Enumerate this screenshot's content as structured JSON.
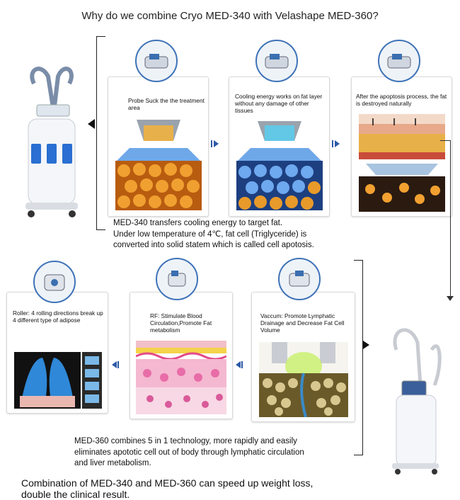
{
  "title": "Why do we combine Cryo MED-340 with Velashape MED-360?",
  "cards_top": [
    {
      "text": "Probe Suck the the treatment area"
    },
    {
      "text": "Cooling energy works on fat layer without any damage of other tissues"
    },
    {
      "text": "After the apoptosis process, the fat is destroyed naturally"
    }
  ],
  "cards_bottom": [
    {
      "text": "Roller: 4 rolling directions break up 4 different type of adipose"
    },
    {
      "text": "RF: Stimulate Blood Circulation,Promote Fat metabolism"
    },
    {
      "text": "Vaccum: Promote Lymphatic Drainage and Decrease Fat Cell Volume"
    }
  ],
  "caption_top": {
    "line1": "MED-340 transfers cooling energy to target fat.",
    "line2": "Under low temperature of 4℃, fat cell (Triglyceride) is",
    "line3": "converted into solid statem which is called cell apotosis."
  },
  "caption_bottom": {
    "line1": "MED-360 combines 5 in 1 technology, more rapidly and easily",
    "line2": "eliminates apototic cell out of body through lymphatic circulation",
    "line3": "and liver metabolism."
  },
  "conclusion": {
    "line1": "Combination of MED-340 and MED-360 can speed up weight loss,",
    "line2": "double the clinical result."
  },
  "colors": {
    "accent": "#2d5aa8",
    "circle_border": "#3f73b8",
    "fat": "#e09a2a",
    "cold": "#5aa8e0"
  }
}
